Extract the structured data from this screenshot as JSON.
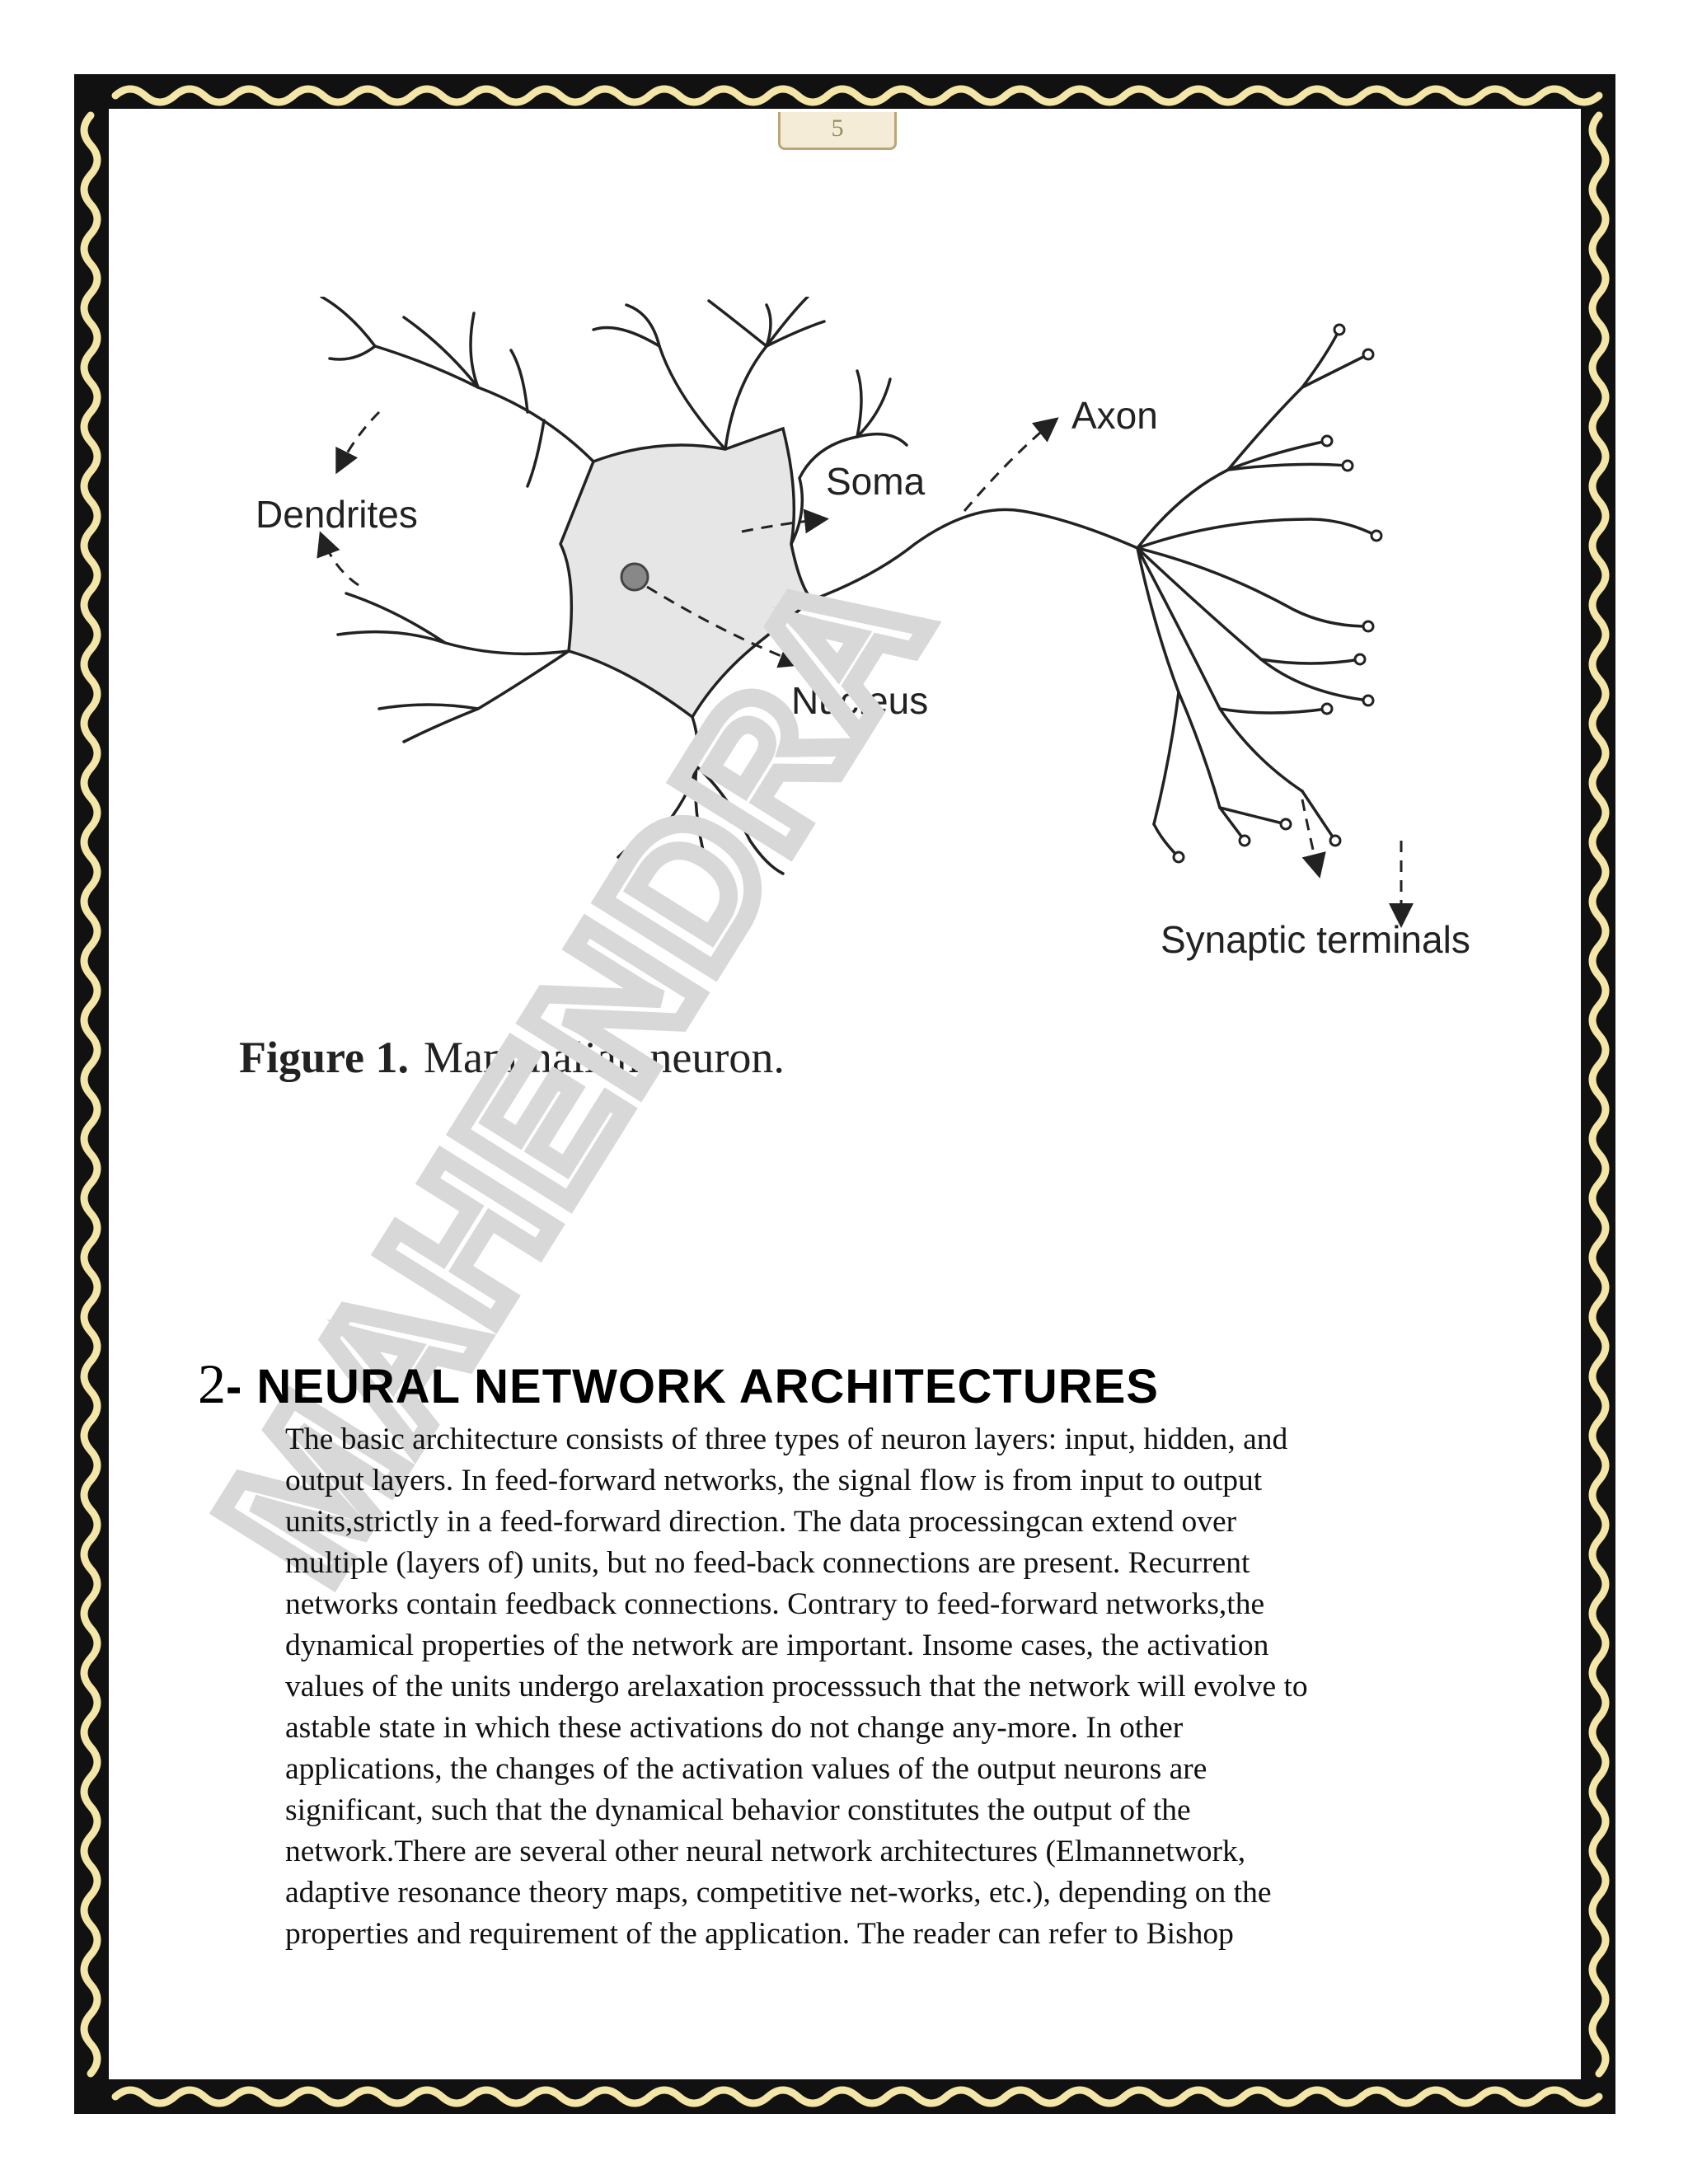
{
  "page": {
    "number": "5",
    "colors": {
      "border_dark": "#111111",
      "border_wave": "#f3e6a6",
      "soma_fill": "#e6e6e6",
      "watermark": "#d8d8d8"
    }
  },
  "figure": {
    "labels": {
      "dendrites": "Dendrites",
      "soma": "Soma",
      "axon": "Axon",
      "nucleus": "Nucleus",
      "synaptic": "Synaptic terminals"
    },
    "caption_label": "Figure 1.",
    "caption_text": "Mammalian neuron."
  },
  "watermark": {
    "text": "MAHENDRA"
  },
  "section": {
    "number": "2",
    "title": "- NEURAL NETWORK ARCHITECTURES",
    "lines": [
      "The basic architecture consists of three types of neuron layers: input, hidden, and",
      "output layers. In feed-forward networks, the signal flow is from input to output",
      "units,strictly in a feed-forward direction. The data processingcan extend over",
      "multiple (layers of) units, but no feed-back connections are present. Recurrent",
      "networks contain feedback connections. Contrary to feed-forward networks,the",
      "dynamical properties of the network are important. Insome cases, the activation",
      "values of the units undergo arelaxation processsuch that the network will evolve to",
      "astable state in which these activations do not change any-more. In other",
      "applications, the changes of the activation values of the output neurons are",
      "significant, such that the dynamical behavior constitutes the output of the",
      "network.There are several other neural network architectures (Elmannetwork,",
      "adaptive resonance theory maps, competitive net-works, etc.), depending on the",
      "properties and requirement of the application. The reader can refer to Bishop"
    ]
  }
}
